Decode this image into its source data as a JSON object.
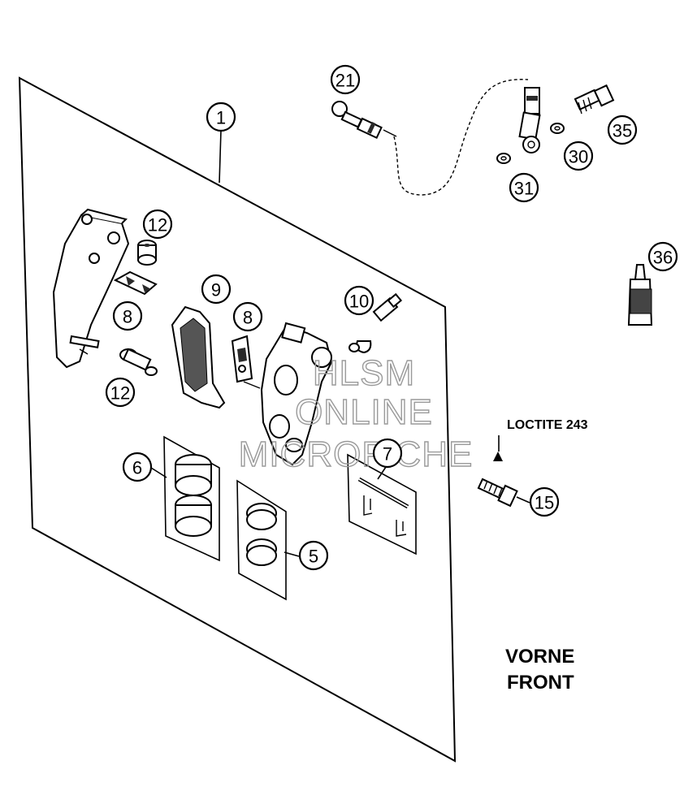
{
  "callouts": {
    "c1": "1",
    "c5": "5",
    "c6": "6",
    "c7": "7",
    "c8a": "8",
    "c8b": "8",
    "c9": "9",
    "c10": "10",
    "c12a": "12",
    "c12b": "12",
    "c15": "15",
    "c21": "21",
    "c30": "30",
    "c31": "31",
    "c35": "35",
    "c36": "36"
  },
  "notes": {
    "loctite": "LOCTITE 243",
    "front_de": "VORNE",
    "front_en": "FRONT"
  },
  "watermark": {
    "line1": "HLSM",
    "line2": "ONLINE",
    "line3": "MICROFICHE"
  }
}
